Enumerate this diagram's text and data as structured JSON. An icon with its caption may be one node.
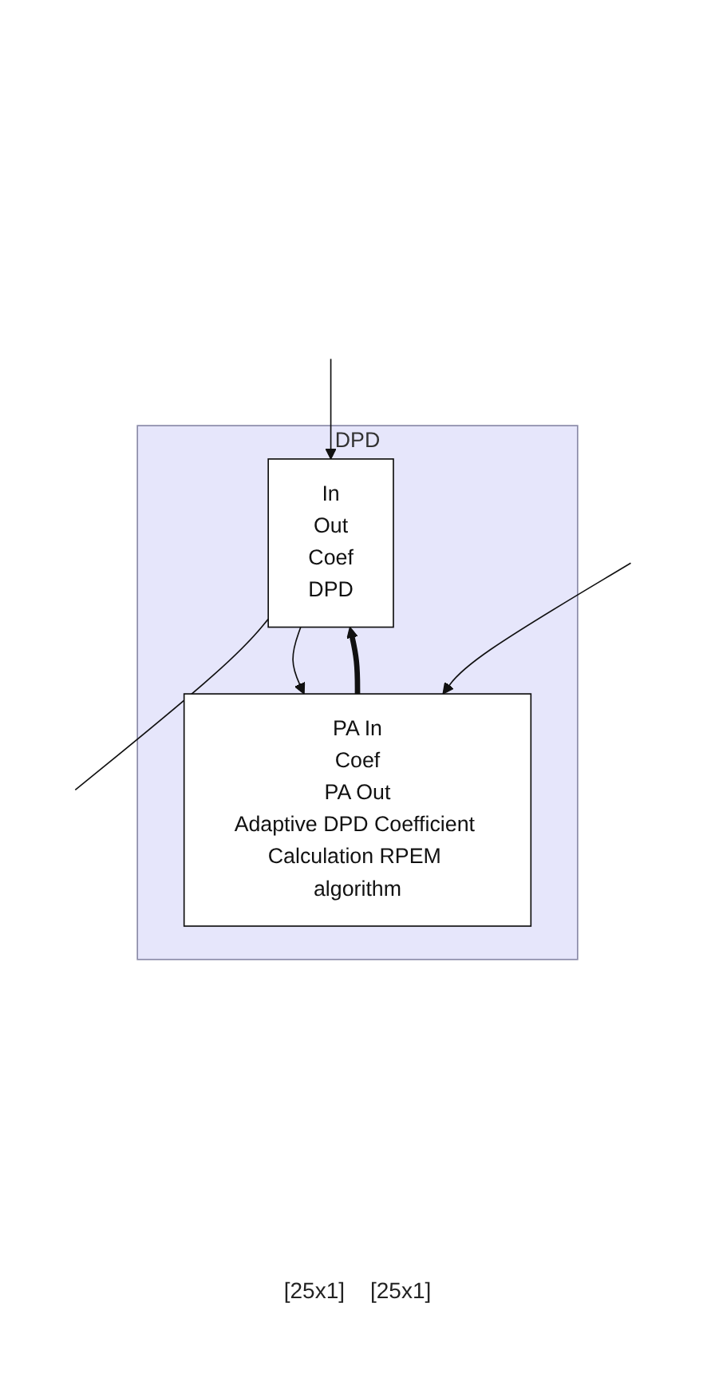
{
  "diagram": {
    "nodes": [
      {
        "text": [
          "DPD"
        ]
      },
      {
        "text": [
          "In",
          "Out",
          "Coef",
          "DPD"
        ],
        "in": 0
      },
      {
        "text": [
          "PA In",
          "Coef",
          "PA Out",
          "Adaptive DPD Coefficient Calculation RPEM algorithm"
        ],
        "in": 0
      }
    ],
    "edges": [
      {
        "from": null,
        "to": 1,
        "arrow": "to"
      },
      {
        "from": 1,
        "to": null,
        "arrow": "none"
      },
      {
        "from": 1,
        "to": 2,
        "arrow": "to"
      },
      {
        "from": null,
        "to": 2,
        "arrow": "to"
      },
      {
        "from": 2,
        "to": 1,
        "arrow": "to",
        "style": "thick"
      }
    ],
    "labels": [
      "[25x1]",
      "[25x1]"
    ]
  }
}
